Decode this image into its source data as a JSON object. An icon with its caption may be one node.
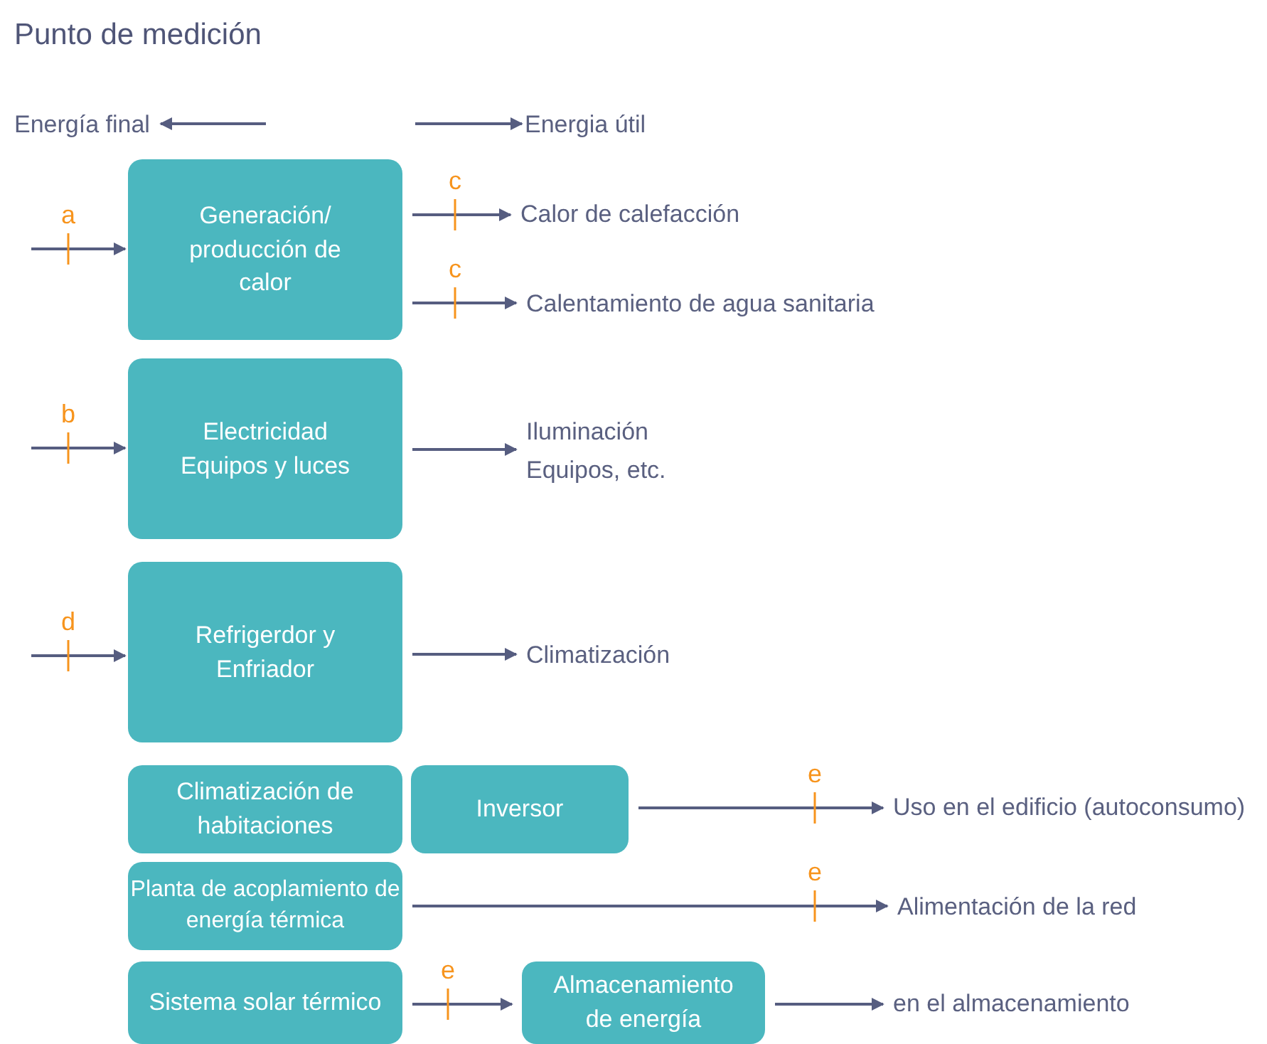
{
  "diagram": {
    "title": "Punto de medición",
    "nodes": [
      {
        "text": [
          "Energía final"
        ]
      },
      {
        "text": [
          "Energia útil"
        ]
      },
      {
        "text": [
          "Generación/ producción de calor"
        ]
      },
      {
        "text": [
          "Calor de calefacción"
        ]
      },
      {
        "text": [
          "Calentamiento de agua sanitaria"
        ]
      },
      {
        "text": [
          "Electricidad Equipos y luces"
        ]
      },
      {
        "text": [
          "Iluminación Equipos, etc."
        ]
      },
      {
        "text": [
          "Refrigerdor y Enfriador"
        ]
      },
      {
        "text": [
          "Climatización"
        ]
      },
      {
        "text": [
          "Climatización de habitaciones"
        ]
      },
      {
        "text": [
          "Inversor"
        ]
      },
      {
        "text": [
          "Uso en el edificio (autoconsumo)"
        ]
      },
      {
        "text": [
          "Planta de acoplamiento de energía térmica"
        ]
      },
      {
        "text": [
          "Alimentación de la red"
        ]
      },
      {
        "text": [
          "Sistema solar térmico"
        ]
      },
      {
        "text": [
          "Almacenamiento de energía"
        ]
      },
      {
        "text": [
          "en el almacenamiento"
        ]
      }
    ],
    "edges": [
      {
        "from": null,
        "to": 0,
        "arrow": "to"
      },
      {
        "from": null,
        "to": 1,
        "arrow": "to"
      },
      {
        "from": null,
        "to": 2,
        "arrow": "to",
        "label": "a"
      },
      {
        "from": 2,
        "to": 3,
        "arrow": "to",
        "label": "c"
      },
      {
        "from": 2,
        "to": 4,
        "arrow": "to",
        "label": "c"
      },
      {
        "from": null,
        "to": 5,
        "arrow": "to",
        "label": "b"
      },
      {
        "from": 5,
        "to": 6,
        "arrow": "to"
      },
      {
        "from": null,
        "to": 7,
        "arrow": "to",
        "label": "d"
      },
      {
        "from": 7,
        "to": 8,
        "arrow": "to"
      },
      {
        "from": 10,
        "to": 11,
        "arrow": "to",
        "label": "e"
      },
      {
        "from": 12,
        "to": 13,
        "arrow": "to",
        "label": "e"
      },
      {
        "from": 14,
        "to": 15,
        "arrow": "to",
        "label": "e"
      },
      {
        "from": 15,
        "to": 16,
        "arrow": "to"
      }
    ]
  }
}
